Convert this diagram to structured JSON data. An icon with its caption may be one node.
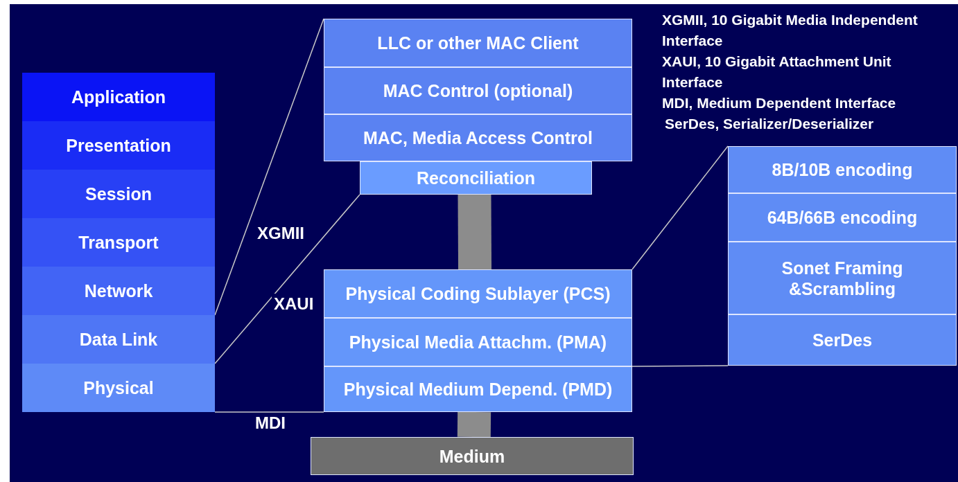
{
  "diagram": {
    "nodes": [
      {
        "text": [
          "Application"
        ]
      },
      {
        "text": [
          "Presentation"
        ]
      },
      {
        "text": [
          "Session"
        ]
      },
      {
        "text": [
          "Transport"
        ]
      },
      {
        "text": [
          "Network"
        ]
      },
      {
        "text": [
          "Data Link"
        ]
      },
      {
        "text": [
          "Physical"
        ]
      },
      {
        "text": [
          "LLC or other MAC Client"
        ]
      },
      {
        "text": [
          "MAC Control (optional)"
        ]
      },
      {
        "text": [
          "MAC, Media Access Control"
        ]
      },
      {
        "text": [
          "Reconciliation"
        ]
      },
      {
        "text": [
          "Physical Coding Sublayer (PCS)"
        ]
      },
      {
        "text": [
          "Physical Media Attachm. (PMA)"
        ]
      },
      {
        "text": [
          "Physical Medium Depend. (PMD)"
        ]
      },
      {
        "text": [
          "Medium"
        ]
      },
      {
        "text": [
          "8B/10B encoding"
        ]
      },
      {
        "text": [
          "64B/66B encoding"
        ]
      },
      {
        "text": [
          "Sonet Framing &Scrambling"
        ]
      },
      {
        "text": [
          "SerDes"
        ]
      }
    ],
    "edges": [
      {
        "from": 5,
        "to": 7,
        "arrow": "none"
      },
      {
        "from": 5,
        "to": 10,
        "arrow": "none"
      },
      {
        "from": 6,
        "to": 13,
        "arrow": "none"
      },
      {
        "from": 11,
        "to": 15,
        "arrow": "none"
      },
      {
        "from": 12,
        "to": 18,
        "arrow": "none"
      },
      {
        "from": 10,
        "to": 11,
        "arrow": "none",
        "style": "thick",
        "color": "#8c8c8c"
      },
      {
        "from": 13,
        "to": 14,
        "arrow": "none",
        "style": "thick",
        "color": "#8c8c8c"
      }
    ],
    "labels": [
      "XGMII, 10 Gigabit Media Independent Interface",
      "XAUI, 10 Gigabit Attachment Unit Interface",
      "MDI, Medium Dependent Interface",
      "SerDes, Serializer/Deserializer",
      "XGMII",
      "XAUI",
      "MDI"
    ]
  }
}
